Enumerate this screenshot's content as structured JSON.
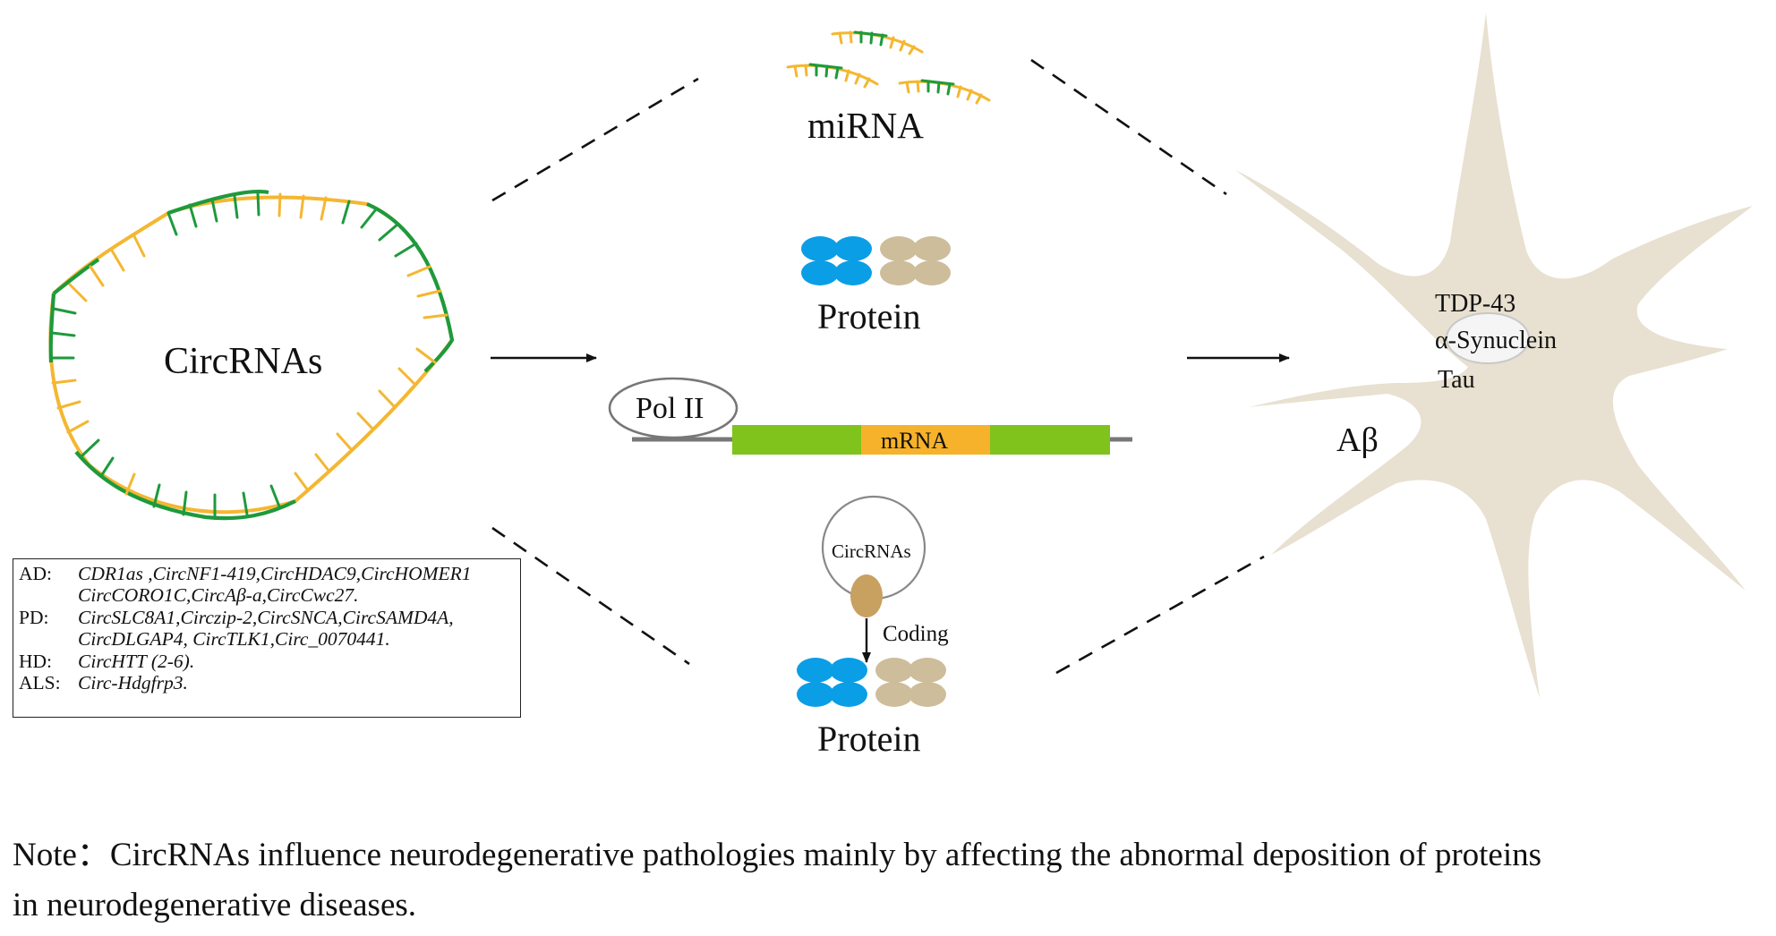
{
  "labels": {
    "circrnas_main": "CircRNAs",
    "mirna": "miRNA",
    "protein_top": "Protein",
    "pol2": "Pol II",
    "mrna": "mRNA",
    "circrnas_small": "CircRNAs",
    "coding": "Coding",
    "protein_bottom": "Protein",
    "tdp43": "TDP-43",
    "synuclein": "α-Synuclein",
    "tau": "Tau",
    "abeta": "Aβ"
  },
  "diseases": [
    {
      "code": "AD:",
      "genes": [
        "CDR1as ,CircNF1-419,CircHDAC9,CircHOMER1",
        "CircCORO1C,CircAβ-a,CircCwc27."
      ]
    },
    {
      "code": "PD:",
      "genes": [
        "CircSLC8A1,Circzip-2,CircSNCA,CircSAMD4A,",
        "CircDLGAP4, CircTLK1,Circ_0070441."
      ]
    },
    {
      "code": "HD:",
      "genes": [
        "CircHTT (2-6)."
      ]
    },
    {
      "code": "ALS:",
      "genes": [
        "Circ-Hdgfrp3."
      ]
    }
  ],
  "note": {
    "line1": "Note：CircRNAs influence neurodegenerative pathologies mainly by affecting the abnormal deposition of proteins",
    "line2": "in neurodegenerative diseases."
  },
  "colors": {
    "rna_green": "#1e9a3c",
    "rna_yellow": "#f4b731",
    "protein_blue": "#0a9ee6",
    "protein_tan": "#cdbd9a",
    "mrna_green": "#7fc31c",
    "mrna_orange": "#f6b22a",
    "neuron": "#e8e0d0",
    "ribosome": "#c8a060"
  }
}
